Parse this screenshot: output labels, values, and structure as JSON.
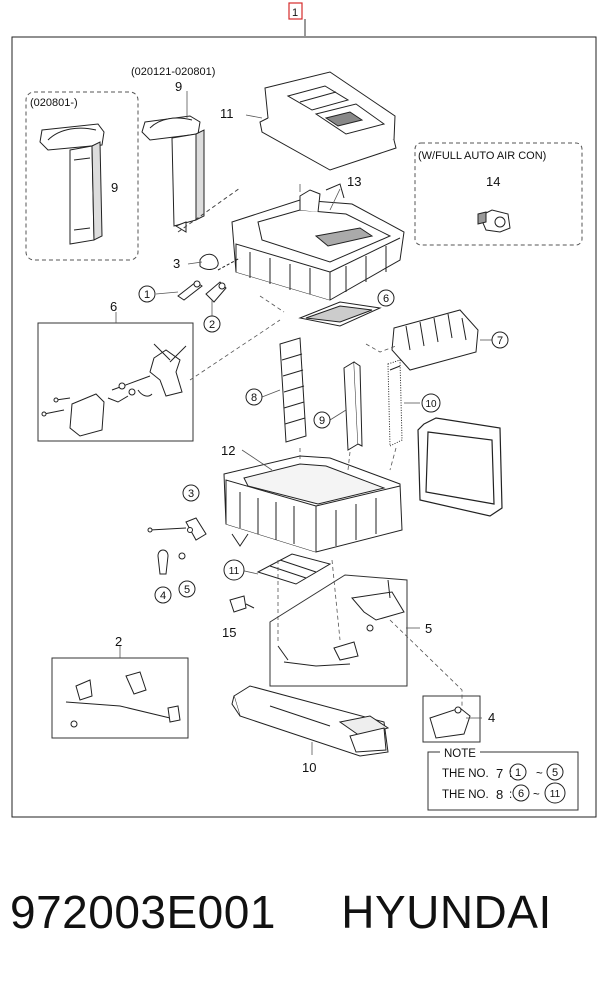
{
  "top_marker": "1",
  "dates": {
    "current": "(020121-020801)",
    "old": "(020801-)"
  },
  "option": "(W/FULL AUTO AIR CON)",
  "callouts": {
    "c1": "1",
    "c2a": "2",
    "c2b": "2",
    "c3a": "3",
    "c3b": "3",
    "c4a": "4",
    "c4b": "4",
    "c5a": "5",
    "c5b": "5",
    "c6a": "6",
    "c6b": "6",
    "c7": "7",
    "c8": "8",
    "c9a": "9",
    "c9b": "9",
    "c9c": "9",
    "c10a": "10",
    "c10b": "10",
    "c11a": "11",
    "c11b": "11",
    "c12": "12",
    "c13": "13",
    "c14": "14",
    "c15": "15"
  },
  "note": {
    "title": "NOTE",
    "line1": {
      "prefix": "THE NO.",
      "num": "7",
      "sep": ":",
      "from": "1",
      "tilde": "~",
      "to": "5"
    },
    "line2": {
      "prefix": "THE NO.",
      "num": "8",
      "sep": ":",
      "from": "6",
      "tilde": "~",
      "to": "11"
    }
  },
  "caption": {
    "part_number": "972003E001",
    "brand": "HYUNDAI"
  }
}
